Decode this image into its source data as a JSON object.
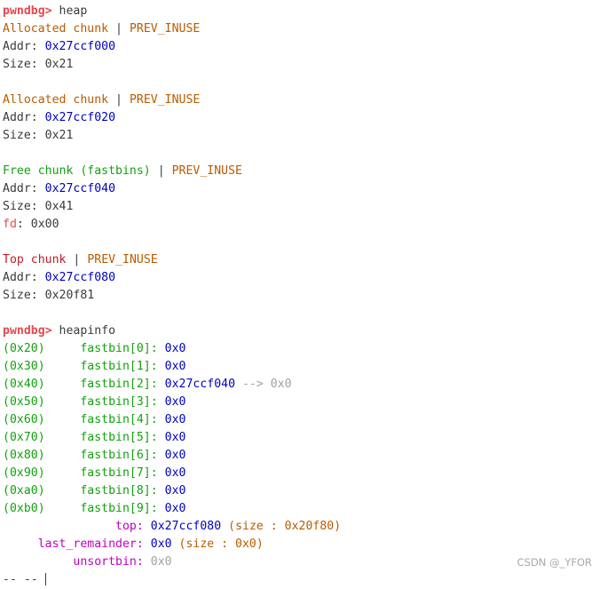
{
  "commands": {
    "prompt": "pwndbg>",
    "heap": "heap",
    "heapinfo": "heapinfo"
  },
  "chunks": [
    {
      "title": "Allocated chunk",
      "flag": "PREV_INUSE",
      "addr": "0x27ccf000",
      "size": "0x21"
    },
    {
      "title": "Allocated chunk",
      "flag": "PREV_INUSE",
      "addr": "0x27ccf020",
      "size": "0x21"
    },
    {
      "title": "Free chunk (fastbins)",
      "flag": "PREV_INUSE",
      "addr": "0x27ccf040",
      "size": "0x41",
      "fd": "0x00"
    },
    {
      "title": "Top chunk",
      "flag": "PREV_INUSE",
      "addr": "0x27ccf080",
      "size": "0x20f81"
    }
  ],
  "labels": {
    "addr": "Addr:",
    "size": "Size:",
    "fd": "fd",
    "separator": "|"
  },
  "fastbins": [
    {
      "size": "(0x20)",
      "name": "fastbin[0]:",
      "value": "0x0"
    },
    {
      "size": "(0x30)",
      "name": "fastbin[1]:",
      "value": "0x0"
    },
    {
      "size": "(0x40)",
      "name": "fastbin[2]:",
      "value": "0x27ccf040",
      "next": "--> 0x0"
    },
    {
      "size": "(0x50)",
      "name": "fastbin[3]:",
      "value": "0x0"
    },
    {
      "size": "(0x60)",
      "name": "fastbin[4]:",
      "value": "0x0"
    },
    {
      "size": "(0x70)",
      "name": "fastbin[5]:",
      "value": "0x0"
    },
    {
      "size": "(0x80)",
      "name": "fastbin[6]:",
      "value": "0x0"
    },
    {
      "size": "(0x90)",
      "name": "fastbin[7]:",
      "value": "0x0"
    },
    {
      "size": "(0xa0)",
      "name": "fastbin[8]:",
      "value": "0x0"
    },
    {
      "size": "(0xb0)",
      "name": "fastbin[9]:",
      "value": "0x0"
    }
  ],
  "top": {
    "label": "top:",
    "value": "0x27ccf080",
    "note": "(size : 0x20f80)"
  },
  "last_remainder": {
    "label": "last_remainder:",
    "value": "0x0",
    "note": "(size : 0x0)"
  },
  "unsortbin": {
    "label": "unsortbin:",
    "value": "0x0"
  },
  "partial_line": "-- --",
  "watermark": "CSDN @_YFOR"
}
